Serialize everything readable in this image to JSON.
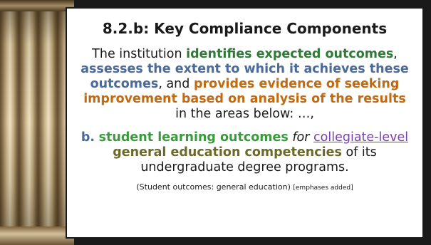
{
  "slide": {
    "title": "8.2.b: Key Compliance Components",
    "paragraph1": {
      "intro": "The institution ",
      "phrase1": "identifies expected outcomes",
      "sep1": ",",
      "phrase2": "assesses the extent to which it achieves these outcomes",
      "sep2": ", and ",
      "phrase3": "provides evidence of seeking improvement",
      "phrase4": " based on analysis of the results",
      "outro": " in the areas below: …,"
    },
    "paragraph2": {
      "marker": "b.",
      "phrase1": "student learning outcomes",
      "for_word": "for",
      "link": "collegiate-level",
      "phrase2": "general education competencies",
      "outro": " of its undergraduate degree programs."
    },
    "citation": {
      "main": "(Student outcomes: general education)",
      "note": "[emphases added]"
    }
  },
  "colors": {
    "dark_green": "#2f7a36",
    "blue_gray": "#4a6a9a",
    "orange": "#c06a12",
    "light_green": "#3b9a3e",
    "olive": "#6b6a2a",
    "purple_link": "#7a3fb0"
  }
}
